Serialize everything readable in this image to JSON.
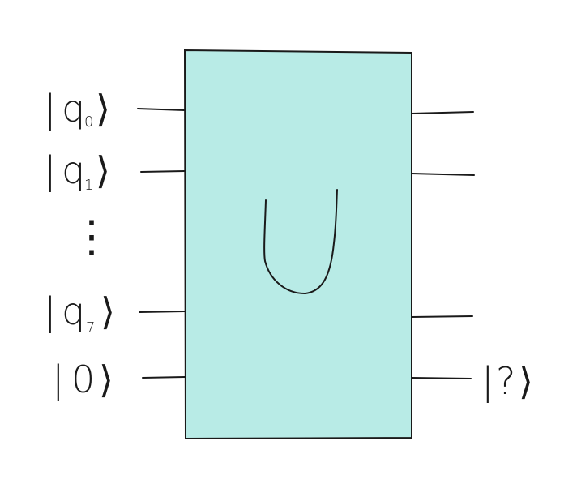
{
  "gate": {
    "label": "U",
    "fill": "#b8ebe6"
  },
  "inputs": [
    {
      "open": "|",
      "letter": "q",
      "subscript": "0",
      "close": "⟩"
    },
    {
      "open": "|",
      "letter": "q",
      "subscript": "1",
      "close": "⟩"
    },
    {
      "open": "|",
      "letter": "q",
      "subscript": "7",
      "close": "⟩"
    },
    {
      "open": "|",
      "letter": "0",
      "subscript": "",
      "close": "⟩"
    }
  ],
  "ellipsis": "⋮",
  "output": {
    "open": "|",
    "letter": "?",
    "close": "⟩"
  }
}
